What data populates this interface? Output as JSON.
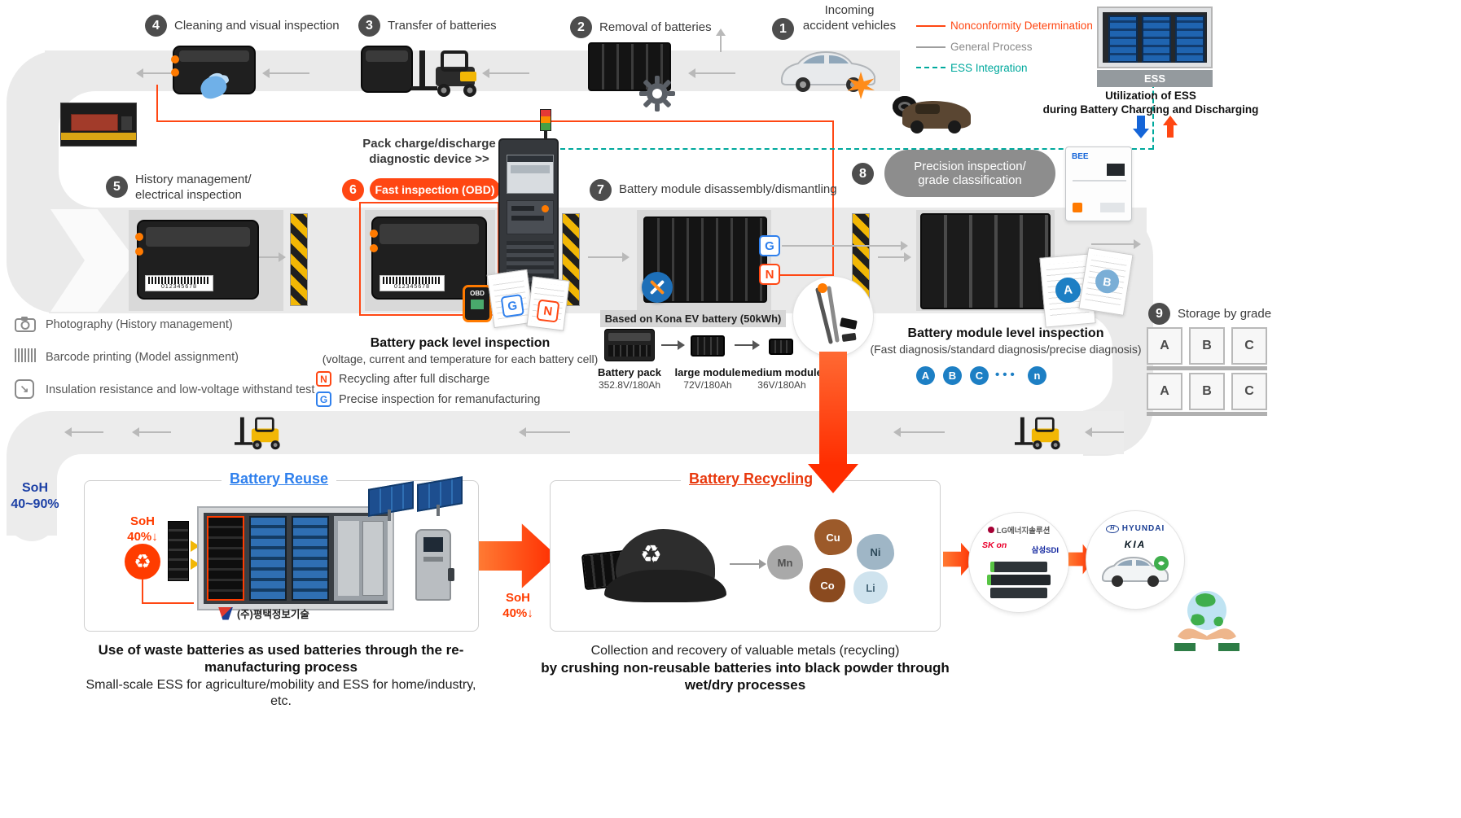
{
  "legend": {
    "nonconformity": "Nonconformity Determination",
    "general": "General Process",
    "ess_integration": "ESS Integration"
  },
  "ess": {
    "label": "ESS",
    "caption1": "Utilization of ESS",
    "caption2": "during Battery Charging and Discharging"
  },
  "steps": {
    "s1": {
      "num": "1",
      "line1": "Incoming",
      "line2": "accident vehicles"
    },
    "s2": {
      "num": "2",
      "label": "Removal of batteries"
    },
    "s3": {
      "num": "3",
      "label": "Transfer of batteries"
    },
    "s4": {
      "num": "4",
      "label": "Cleaning and visual inspection"
    },
    "s5": {
      "num": "5",
      "line1": "History management/",
      "line2": "electrical inspection"
    },
    "s6": {
      "num": "6",
      "label": "Fast inspection (OBD)"
    },
    "s7": {
      "num": "7",
      "label": "Battery module disassembly/dismantling"
    },
    "s8": {
      "num": "8",
      "line1": "Precision inspection/",
      "line2": "grade classification"
    },
    "s9": {
      "num": "9",
      "label": "Storage by grade"
    }
  },
  "pack_device": {
    "line1": "Pack charge/discharge",
    "line2": "diagnostic device >>"
  },
  "left_notes": {
    "photography": "Photography (History management)",
    "barcode": "Barcode printing (Model assignment)",
    "insulation": "Insulation resistance and low-voltage withstand test"
  },
  "pack_inspection": {
    "title": "Battery pack level inspection",
    "subtitle": "(voltage, current and temperature for each battery cell)",
    "n_note": "Recycling after full discharge",
    "g_note": "Precise inspection for remanufacturing"
  },
  "kona": {
    "header": "Based on Kona EV battery (50kWh)",
    "items": [
      {
        "name": "Battery pack",
        "spec": "352.8V/180Ah"
      },
      {
        "name": "large module",
        "spec": "72V/180Ah"
      },
      {
        "name": "medium module",
        "spec": "36V/180Ah"
      }
    ]
  },
  "module_inspection": {
    "title": "Battery module level inspection",
    "subtitle": "(Fast diagnosis/standard diagnosis/precise diagnosis)",
    "grade_a": "A",
    "grade_b": "B",
    "grade_c": "C",
    "dots": "•••",
    "grade_n": "n"
  },
  "storage": {
    "cells": [
      "A",
      "B",
      "C",
      "A",
      "B",
      "C"
    ]
  },
  "badges": {
    "g": "G",
    "n": "N",
    "a": "A",
    "b": "B",
    "obd": "OBD",
    "bee": "BEE"
  },
  "barcode_text": "012345678",
  "icons": {
    "recycle": "♻",
    "diag_arrow": "↘"
  },
  "soh_range": {
    "line1": "SoH",
    "line2": "40~90%"
  },
  "soh_drop": {
    "line1": "SoH",
    "line2": "40%↓"
  },
  "reuse": {
    "title": "Battery Reuse",
    "logo": "(주)평택정보기술",
    "caption_bold": "Use of waste batteries as used batteries through the re-manufacturing process",
    "caption_normal": "Small-scale ESS for agriculture/mobility and ESS for home/industry, etc."
  },
  "recycling": {
    "title": "Battery Recycling",
    "metal_mn": "Mn",
    "metal_cu": "Cu",
    "metal_co": "Co",
    "metal_ni": "Ni",
    "metal_li": "Li",
    "caption_normal": "Collection and recovery of valuable metals (recycling)",
    "caption_bold": "by crushing non-reusable batteries into black powder through wet/dry processes"
  },
  "partners": {
    "lg": "LG에너지솔루션",
    "sk": "SK on",
    "samsung": "삼성SDI",
    "hyundai": "HYUNDAI",
    "kia": "KIA"
  },
  "colors": {
    "nonconformity": "#ff4713",
    "general": "#9e9e9e",
    "ess": "#00a99d",
    "reuse_blue": "#2f80ed",
    "recycle_red": "#e8380d",
    "soh_blue": "#1b3fa5",
    "hazard_yellow": "#f2b705"
  }
}
